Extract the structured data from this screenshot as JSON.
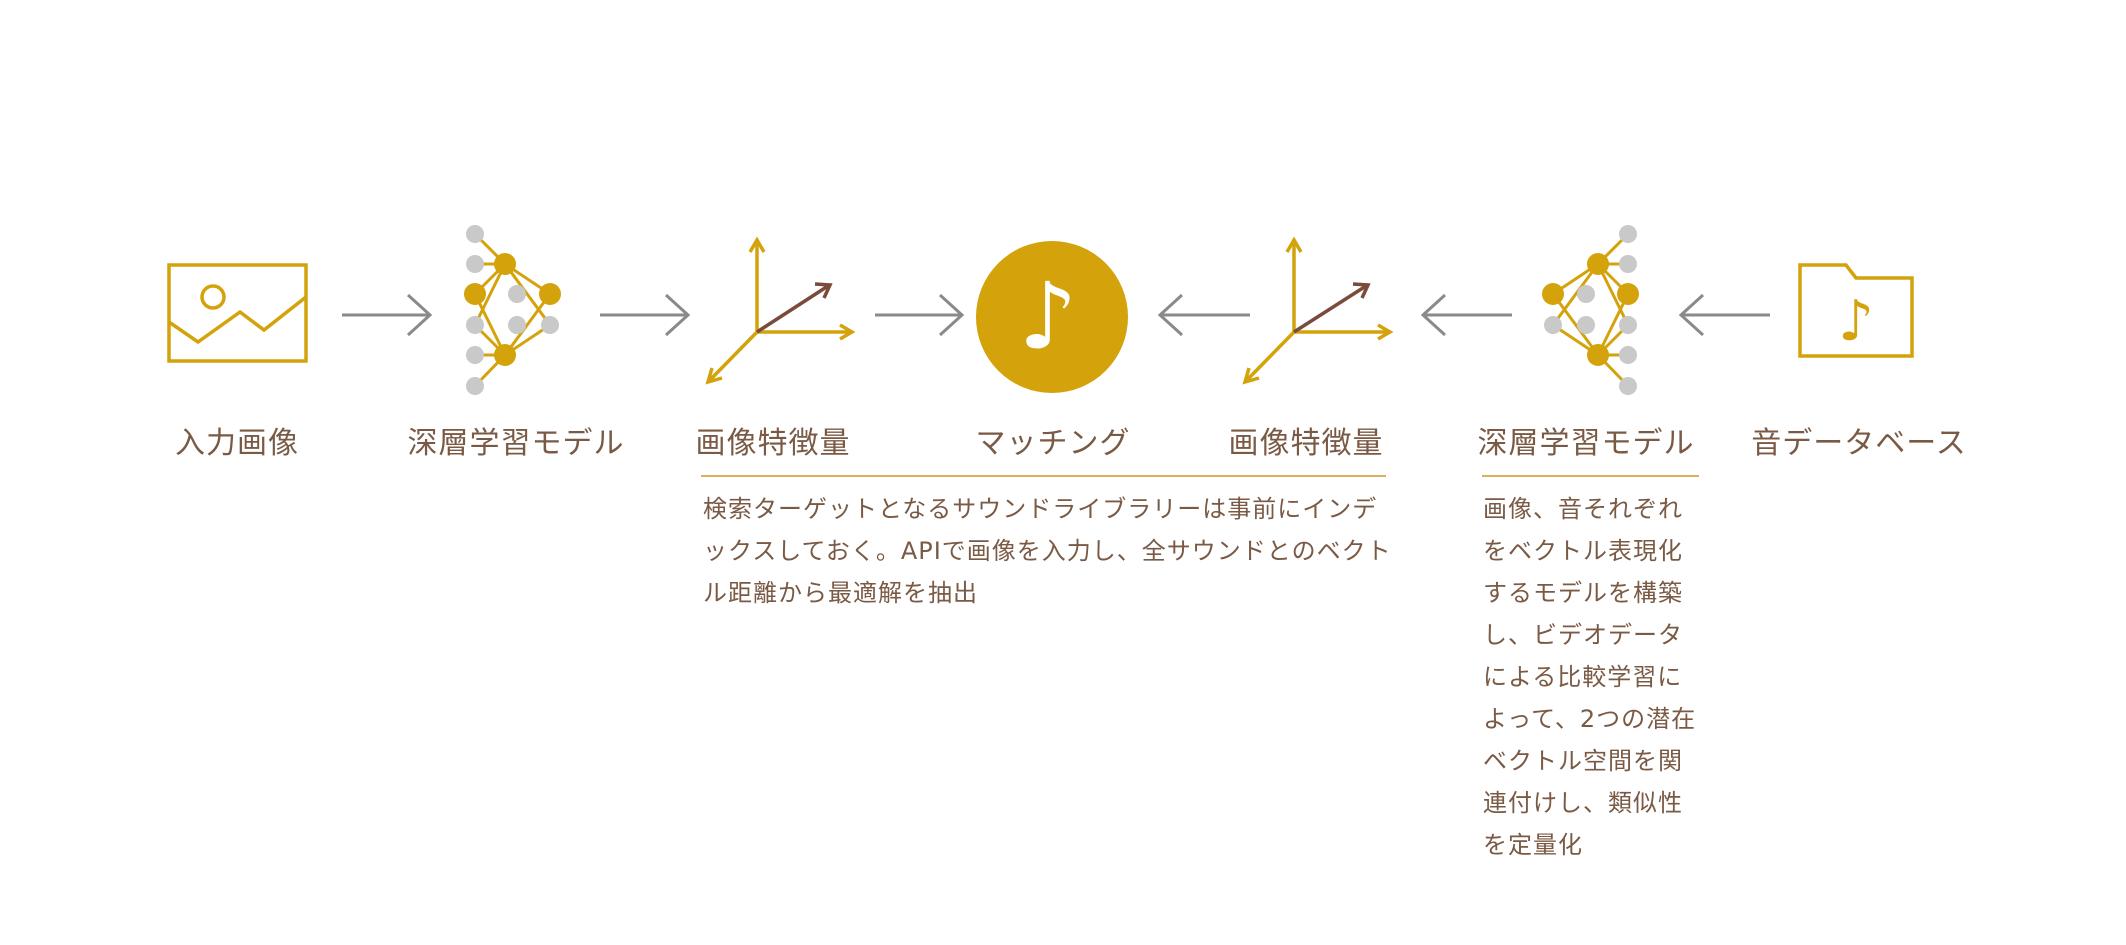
{
  "colors": {
    "gold": "#d4a20a",
    "gray": "#c9c9c9",
    "arrow": "#8a8a8a",
    "vector": "#7a4a3a",
    "text": "#7a5a45",
    "rule": "#d8b25a"
  },
  "nodes": [
    {
      "id": "input-image",
      "label": "入力画像",
      "icon": "image-icon"
    },
    {
      "id": "deep-model-left",
      "label": "深層学習モデル",
      "icon": "neural-network-icon"
    },
    {
      "id": "image-features-left",
      "label": "画像特徴量",
      "icon": "vector-axes-icon"
    },
    {
      "id": "matching",
      "label": "マッチング",
      "icon": "music-note-circle-icon"
    },
    {
      "id": "image-features-right",
      "label": "画像特徴量",
      "icon": "vector-axes-icon"
    },
    {
      "id": "deep-model-right",
      "label": "深層学習モデル",
      "icon": "neural-network-icon"
    },
    {
      "id": "sound-database",
      "label": "音データベース",
      "icon": "music-folder-icon"
    }
  ],
  "descriptions": {
    "matching": "検索ターゲットとなるサウンドライブラリーは事前にインデックスしておく。APIで画像を入力し、全サウンドとのベクトル距離から最適解を抽出",
    "model": "画像、音それぞれをベクトル表現化するモデルを構築し、ビデオデータによる比較学習によって、2つの潜在ベクトル空間を関連付けし、類似性を定量化"
  }
}
